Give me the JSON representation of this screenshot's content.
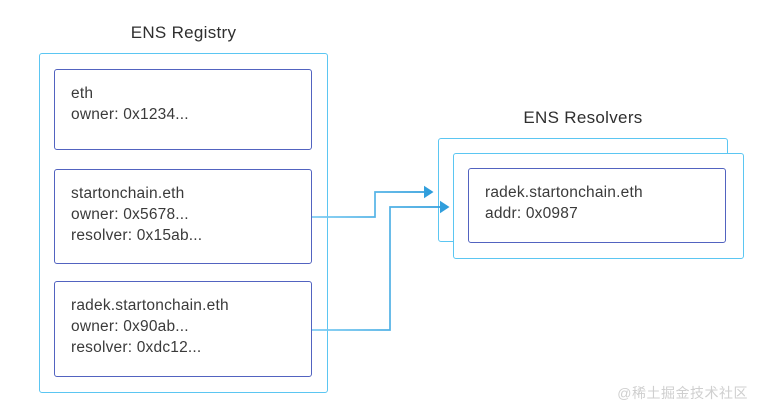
{
  "colors": {
    "background": "#ffffff",
    "outer_border": "#5bc6f2",
    "inner_border": "#5263c0",
    "arrow_light": "#7fcdf3",
    "arrow_dark": "#2d9cdb",
    "title": "#2f2f2f",
    "text": "#3a3a3a",
    "watermark": "#cfcfcf"
  },
  "registry": {
    "title": "ENS Registry",
    "entries": [
      {
        "lines": [
          "eth",
          "owner: 0x1234..."
        ]
      },
      {
        "lines": [
          "startonchain.eth",
          "owner: 0x5678...",
          "resolver: 0x15ab..."
        ]
      },
      {
        "lines": [
          "radek.startonchain.eth",
          "owner: 0x90ab...",
          "resolver: 0xdc12..."
        ]
      }
    ]
  },
  "resolvers": {
    "title": "ENS Resolvers",
    "record": {
      "lines": [
        "radek.startonchain.eth",
        "addr: 0x0987"
      ]
    }
  },
  "watermark": "@稀土掘金技术社区"
}
